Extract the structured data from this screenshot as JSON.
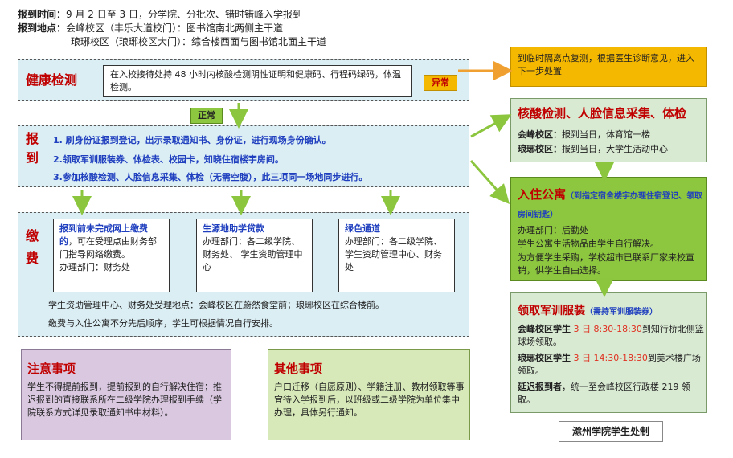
{
  "header": {
    "time_label": "报到时间：",
    "time_text": "9 月 2 日至 3 日，分学院、分批次、错时错峰入学报到",
    "place_label": "报到地点：",
    "place_line1": "会峰校区（丰乐大道校门）：图书馆南北两侧主干道",
    "place_line2": "琅琊校区（琅琊校区大门）：综合楼西面与图书馆北面主干道"
  },
  "health": {
    "title": "健康检测",
    "text": "在入校接待处持 48 小时内核酸检测阴性证明和健康码、行程码绿码，体温检测。",
    "abnormal_tag": "异常",
    "normal_tag": "正常"
  },
  "abnormal_box": {
    "text": "到临时隔离点复测，根据医生诊断意见，进入下一步处置"
  },
  "report": {
    "title_a": "报",
    "title_b": "到",
    "step1": "1. 刷身份证报到登记，出示录取通知书、身份证，进行现场身份确认。",
    "step2": "2.领取军训服装券、体检表、校园卡，知晓住宿楼宇房间。",
    "step3": "3.参加核酸检测、人脸信息采集、体检（无需空腹），此三项同一场地同步进行。"
  },
  "payment": {
    "title_a": "缴",
    "title_b": "费",
    "box1_title": "报到前未完成网上缴费的",
    "box1_text": "，可在受理点由财务部门指导网络缴费。",
    "box1_dept": "办理部门：财务处",
    "box2_title": "生源地助学贷款",
    "box2_text": "办理部门：各二级学院、财务处、 学生资助管理中心",
    "box3_title": "绿色通道",
    "box3_text": "办理部门：各二级学院、学生资助管理中心、财务处",
    "note1": "学生资助管理中心、财务处受理地点：会峰校区在蔚然食堂前；琅琊校区在综合楼前。",
    "note2": "缴费与入住公寓不分先后顺序，学生可根据情况自行安排。"
  },
  "notice": {
    "title": "注意事项",
    "text": "学生不得提前报到，提前报到的自行解决住宿；推迟报到的直接联系所在二级学院办理报到手续（学院联系方式详见录取通知书中材料）。"
  },
  "other": {
    "title": "其他事项",
    "text": "户口迁移（自愿原则）、学籍注册、教材领取等事宜待入学报到后，以班级或二级学院为单位集中办理，具体另行通知。"
  },
  "nucleic": {
    "title": "核酸检测、人脸信息采集、体检",
    "line1_label": "会峰校区：",
    "line1_text": "报到当日，体育馆一楼",
    "line2_label": "琅琊校区：",
    "line2_text": "报到当日，大学生活动中心"
  },
  "dorm": {
    "title": "入住公寓",
    "title_note": "（到指定宿舍楼宇办理住宿登记、领取房间钥匙）",
    "line1": "办理部门：后勤处",
    "line2": "学生公寓生活物品由学生自行解决。",
    "line3": "为方便学生采购，学校超市已联系厂家来校直销，供学生自由选择。"
  },
  "uniform": {
    "title": "领取军训服装",
    "title_note": "（需持军训服装券）",
    "r1_label": "会峰校区学生",
    "r1_time": " 3 日 8:30-18:30",
    "r1_text": "到知行桥北侧篮球场领取。",
    "r2_label": "琅琊校区学生",
    "r2_time": " 3 日 14:30-18:30",
    "r2_text": "到美术楼广场领取。",
    "r3_label": "延迟报到者",
    "r3_text": "，统一至会峰校区行政楼 219 领取。"
  },
  "footer": {
    "org": "滁州学院学生处制"
  },
  "colors": {
    "red": "#c00000",
    "blue": "#1f3fbf",
    "orange_fill": "#f5b800",
    "arrow_green": "#8cc63f",
    "arrow_orange": "#f0a030",
    "panel_blue": "#dbeef4",
    "panel_green": "#d9ead3",
    "panel_green_dark": "#8dc63f",
    "panel_purple": "#d9c8e0",
    "panel_lightgreen": "#d7e9b8"
  }
}
